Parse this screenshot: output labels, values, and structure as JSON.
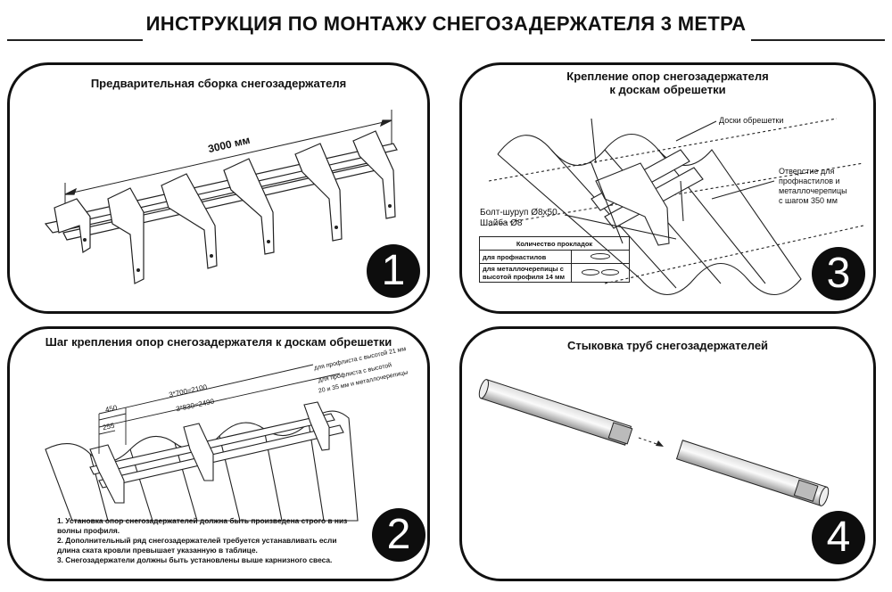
{
  "header": {
    "title": "ИНСТРУКЦИЯ ПО МОНТАЖУ СНЕГОЗАДЕРЖАТЕЛЯ 3 МЕТРА"
  },
  "panel1": {
    "title": "Предварительная сборка снегозадержателя",
    "dimension": "3000 мм",
    "number": "1"
  },
  "panel2": {
    "title": "Шаг крепления опор снегозадержателя к доскам обрешетки",
    "dim_450": "450",
    "dim_255": "255",
    "dim_700": "3*700=2100",
    "dim_830": "3*830=2490",
    "label_21": "для профлиста с высотой 21 мм",
    "label_35a": "для профлиста с высотой",
    "label_35b": "20 и 35 мм и металлочерепицы",
    "notes": [
      "1. Установка опор снегозадержателей должна быть произведена строго в низ",
      "волны профиля.",
      "2. Дополнительный ряд снегозадержателей требуется устанавливать если",
      "длина ската кровли превышает указанную в таблице.",
      "3. Снегозадержатели должны быть установлены выше карнизного свеса."
    ],
    "number": "2"
  },
  "panel3": {
    "title_line1": "Крепление опор снегозадержателя",
    "title_line2": "к доскам обрешетки",
    "label_boards": "Доски обрешетки",
    "label_hole_1": "Отверстие для",
    "label_hole_2": "профнастилов и",
    "label_hole_3": "металлочерепицы",
    "label_hole_4": "с шагом 350 мм",
    "label_bolt": "Болт-шуруп Ø8х50",
    "label_washer": "Шайба Ø8",
    "table_header": "Количество прокладок",
    "row1": "для профнастилов",
    "row2a": "для металлочерепицы с",
    "row2b": "высотой профиля 14 мм",
    "number": "3"
  },
  "panel4": {
    "title": "Стыковка труб снегозадержателей",
    "number": "4"
  }
}
